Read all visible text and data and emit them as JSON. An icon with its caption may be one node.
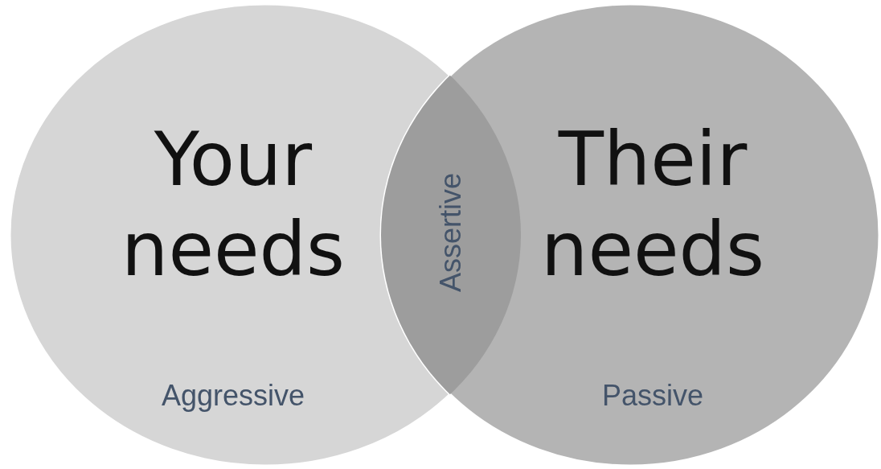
{
  "diagram": {
    "nodes": [
      {
        "text": [
          "Your needs",
          "Aggressive"
        ]
      },
      {
        "text": [
          "Their needs",
          "Passive"
        ]
      },
      {
        "text": [
          "Assertive"
        ]
      }
    ]
  }
}
